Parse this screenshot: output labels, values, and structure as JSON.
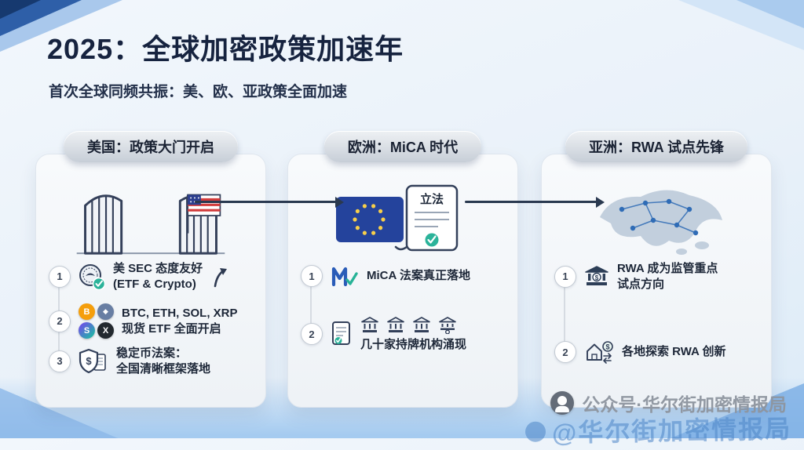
{
  "page": {
    "title": "2025：全球加密政策加速年",
    "subtitle": "首次全球同频共振：美、欧、亚政策全面加速"
  },
  "columns": [
    {
      "title": "美国：政策大门开启",
      "items": [
        {
          "num": "1",
          "text": "美 SEC 态度友好\n(ETF & Crypto)"
        },
        {
          "num": "2",
          "text": "BTC, ETH, SOL, XRP\n现货 ETF 全面开启"
        },
        {
          "num": "3",
          "text": "稳定币法案：\n全国清晰框架落地"
        }
      ],
      "coin_symbols": {
        "btc": "B",
        "eth": "◆",
        "sol": "S",
        "xrp": "X"
      },
      "shield_symbol": "$"
    },
    {
      "title": "欧洲：MiCA 时代",
      "illustration_label": "立法",
      "items": [
        {
          "num": "1",
          "text": "MiCA 法案真正落地"
        },
        {
          "num": "2",
          "text": "几十家持牌机构涌现"
        }
      ]
    },
    {
      "title": "亚洲：RWA 试点先锋",
      "items": [
        {
          "num": "1",
          "text": "RWA 成为监管重点\n试点方向"
        },
        {
          "num": "2",
          "text": "各地探索 RWA 创新"
        }
      ],
      "bank_symbol": "$"
    }
  ],
  "watermark": {
    "text": "公众号·华尔街加密情报局",
    "bottom_text": "@华尔街加密情报局"
  }
}
